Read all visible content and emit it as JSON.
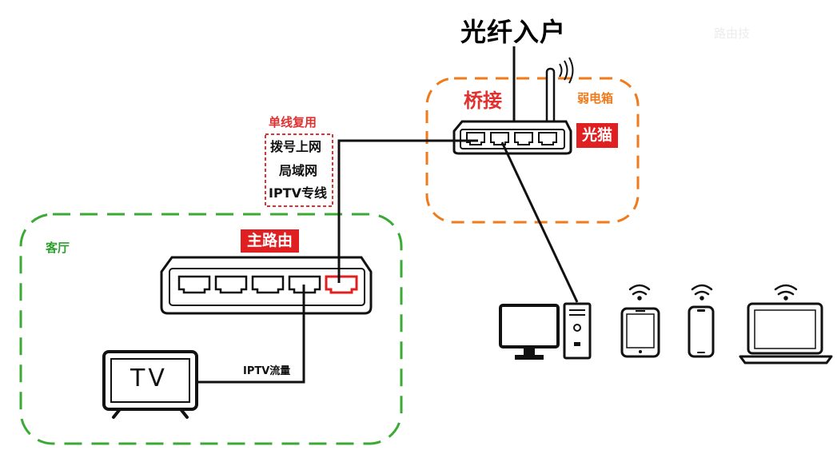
{
  "diagram": {
    "fiber_entry": "光纤入户",
    "bridge_label": "桥接",
    "weak_box_label": "弱电箱",
    "modem_label": "光猫",
    "multiplex": {
      "title": "单线复用",
      "items": [
        "拨号上网",
        "局域网",
        "IPTV专线"
      ]
    },
    "main_router_label": "主路由",
    "living_room_label": "客厅",
    "iptv_flow_label": "IPTV流量",
    "tv_label": "TV",
    "watermark": "路由技"
  },
  "colors": {
    "accent_red": "#e02020",
    "orange_box": "#f07a1a",
    "green_box": "#3aaa35",
    "line": "#111111"
  },
  "icons": [
    "router-icon",
    "modem-icon",
    "wifi-signal-icon",
    "desktop-monitor-icon",
    "pc-tower-icon",
    "tablet-icon",
    "phone-icon",
    "laptop-icon",
    "tv-icon"
  ]
}
